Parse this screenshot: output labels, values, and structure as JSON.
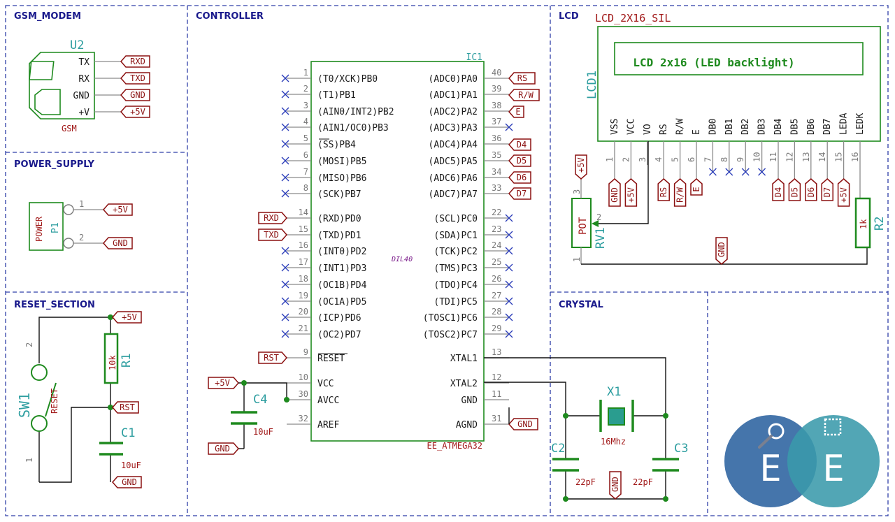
{
  "sections": {
    "gsm": "GSM_MODEM",
    "power": "POWER_SUPPLY",
    "reset": "RESET_SECTION",
    "controller": "CONTROLLER",
    "lcd": "LCD",
    "crystal": "CRYSTAL"
  },
  "gsm": {
    "ref": "U2",
    "value": "GSM",
    "pins": [
      "TX",
      "RX",
      "GND",
      "+V"
    ],
    "labels": [
      "RXD",
      "TXD",
      "GND",
      "+5V"
    ]
  },
  "power": {
    "ref": "P1",
    "value": "POWER",
    "pin_numbers": [
      "1",
      "2"
    ],
    "labels": [
      "+5V",
      "GND"
    ]
  },
  "reset": {
    "switch_ref": "SW1",
    "switch_value": "RESET",
    "switch_pins": [
      "2",
      "1"
    ],
    "resistor_ref": "R1",
    "resistor_value": "10k",
    "cap_ref": "C1",
    "cap_value": "10uF",
    "labels": {
      "vcc": "+5V",
      "rst": "RST",
      "gnd": "GND"
    }
  },
  "controller": {
    "ref": "IC1",
    "value": "EE_ATMEGA32",
    "package": "DIL40",
    "left_pins": [
      {
        "num": "1",
        "name": "(T0/XCK)PB0"
      },
      {
        "num": "2",
        "name": "(T1)PB1"
      },
      {
        "num": "3",
        "name": "(AIN0/INT2)PB2"
      },
      {
        "num": "4",
        "name": "(AIN1/OC0)PB3"
      },
      {
        "num": "5",
        "name": "(SS)PB4"
      },
      {
        "num": "6",
        "name": "(MOSI)PB5"
      },
      {
        "num": "7",
        "name": "(MISO)PB6"
      },
      {
        "num": "8",
        "name": "(SCK)PB7"
      },
      {
        "num": "14",
        "name": "(RXD)PD0"
      },
      {
        "num": "15",
        "name": "(TXD)PD1"
      },
      {
        "num": "16",
        "name": "(INT0)PD2"
      },
      {
        "num": "17",
        "name": "(INT1)PD3"
      },
      {
        "num": "18",
        "name": "(OC1B)PD4"
      },
      {
        "num": "19",
        "name": "(OC1A)PD5"
      },
      {
        "num": "20",
        "name": "(ICP)PD6"
      },
      {
        "num": "21",
        "name": "(OC2)PD7"
      },
      {
        "num": "9",
        "name": "RESET"
      },
      {
        "num": "10",
        "name": "VCC"
      },
      {
        "num": "30",
        "name": "AVCC"
      },
      {
        "num": "32",
        "name": "AREF"
      }
    ],
    "right_pins": [
      {
        "num": "40",
        "name": "(ADC0)PA0"
      },
      {
        "num": "39",
        "name": "(ADC1)PA1"
      },
      {
        "num": "38",
        "name": "(ADC2)PA2"
      },
      {
        "num": "37",
        "name": "(ADC3)PA3"
      },
      {
        "num": "36",
        "name": "(ADC4)PA4"
      },
      {
        "num": "35",
        "name": "(ADC5)PA5"
      },
      {
        "num": "34",
        "name": "(ADC6)PA6"
      },
      {
        "num": "33",
        "name": "(ADC7)PA7"
      },
      {
        "num": "22",
        "name": "(SCL)PC0"
      },
      {
        "num": "23",
        "name": "(SDA)PC1"
      },
      {
        "num": "24",
        "name": "(TCK)PC2"
      },
      {
        "num": "25",
        "name": "(TMS)PC3"
      },
      {
        "num": "26",
        "name": "(TDO)PC4"
      },
      {
        "num": "27",
        "name": "(TDI)PC5"
      },
      {
        "num": "28",
        "name": "(TOSC1)PC6"
      },
      {
        "num": "29",
        "name": "(TOSC2)PC7"
      },
      {
        "num": "13",
        "name": "XTAL1"
      },
      {
        "num": "12",
        "name": "XTAL2"
      },
      {
        "num": "11",
        "name": "GND"
      },
      {
        "num": "31",
        "name": "AGND"
      }
    ],
    "left_labels": {
      "rxd": "RXD",
      "txd": "TXD",
      "rst": "RST",
      "vcc": "+5V"
    },
    "right_labels": {
      "pa0": "RS",
      "pa1": "R/W",
      "pa2": "E",
      "pa4": "D4",
      "pa5": "D5",
      "pa6": "D6",
      "pa7": "D7",
      "agnd": "GND"
    },
    "cap_ref": "C4",
    "cap_value": "10uF",
    "cap_gnd": "GND"
  },
  "lcd": {
    "name": "LCD_2X16_SIL",
    "ref": "LCD1",
    "screen_text": "LCD 2x16 (LED backlight)",
    "pins": [
      {
        "num": "1",
        "name": "VSS"
      },
      {
        "num": "2",
        "name": "VCC"
      },
      {
        "num": "3",
        "name": "VO"
      },
      {
        "num": "4",
        "name": "RS"
      },
      {
        "num": "5",
        "name": "R/W"
      },
      {
        "num": "6",
        "name": "E"
      },
      {
        "num": "7",
        "name": "DB0"
      },
      {
        "num": "8",
        "name": "DB1"
      },
      {
        "num": "9",
        "name": "DB2"
      },
      {
        "num": "10",
        "name": "DB3"
      },
      {
        "num": "11",
        "name": "DB4"
      },
      {
        "num": "12",
        "name": "DB5"
      },
      {
        "num": "13",
        "name": "DB6"
      },
      {
        "num": "14",
        "name": "DB7"
      },
      {
        "num": "15",
        "name": "LEDA"
      },
      {
        "num": "16",
        "name": "LEDK"
      }
    ],
    "pin_labels": [
      "GND",
      "+5V",
      "",
      "RS",
      "R/W",
      "E",
      "",
      "",
      "",
      "",
      "D4",
      "D5",
      "D6",
      "D7",
      "+5V",
      ""
    ],
    "pot_ref": "RV1",
    "pot_value": "POT",
    "pot_pins": [
      "3",
      "2",
      "1"
    ],
    "pot_vcc": "+5V",
    "gnd_label": "GND",
    "r2_ref": "R2",
    "r2_value": "1k"
  },
  "crystal": {
    "ref": "X1",
    "value": "16Mhz",
    "c2_ref": "C2",
    "c2_value": "22pF",
    "c3_ref": "C3",
    "c3_value": "22pF",
    "gnd_label": "GND"
  },
  "logo": {
    "letters": [
      "E",
      "E"
    ],
    "colors": [
      "#3d6fa8",
      "#3a9aab"
    ]
  }
}
